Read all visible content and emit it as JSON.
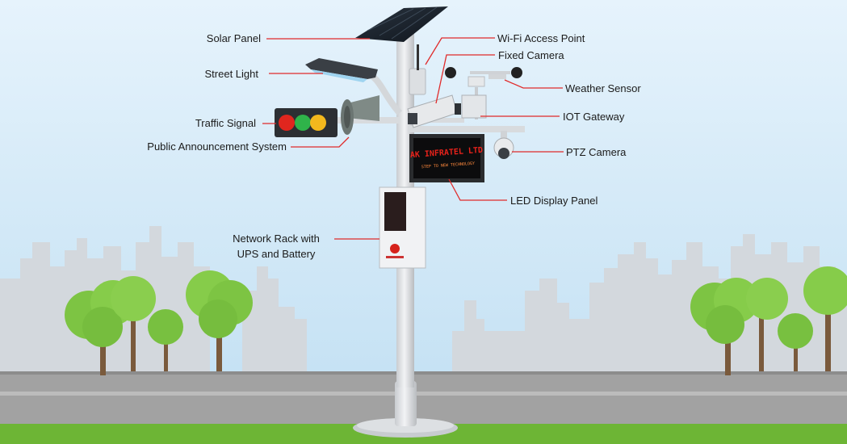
{
  "labels": {
    "solar_panel": "Solar Panel",
    "street_light": "Street  Light",
    "traffic_signal": "Traffic Signal",
    "public_announcement": "Public Announcement  System",
    "network_rack_line1": "Network  Rack with",
    "network_rack_line2": "UPS  and Battery",
    "wifi": "Wi-Fi Access Point",
    "fixed_camera": "Fixed Camera",
    "weather_sensor": "Weather Sensor",
    "iot_gateway": "IOT Gateway",
    "ptz_camera": "PTZ Camera",
    "led_panel": "LED Display Panel"
  },
  "led_display": {
    "line1": "AK INFRATEL LTD",
    "line2": "STEP TO NEW TECHNOLOGY"
  },
  "colors": {
    "sky_top": "#e3f2fc",
    "sky_bottom": "#c4e1f3",
    "buildings": "#d4d9de",
    "road": "#9e9e9e",
    "grass": "#6fba37",
    "leader_line": "#e02b2b",
    "pole": "#e6e8ea",
    "led_text": "#e8221b"
  }
}
